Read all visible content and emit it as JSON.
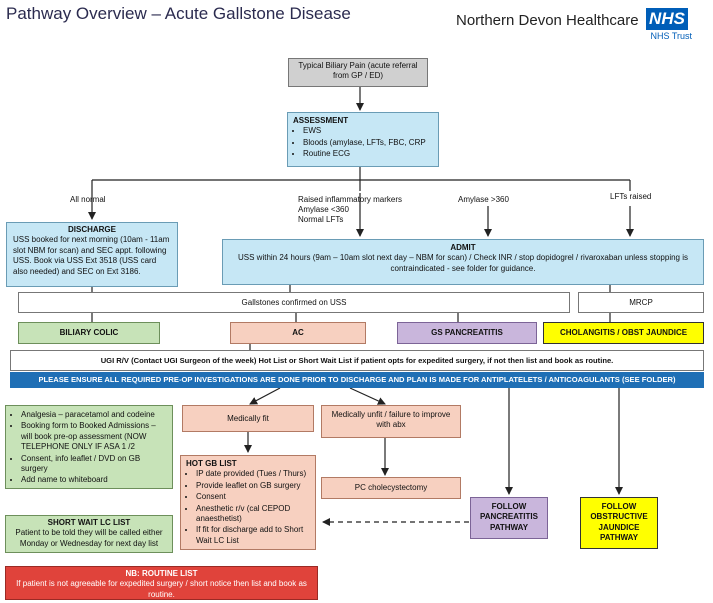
{
  "header": {
    "title": "Pathway Overview – Acute Gallstone Disease",
    "org_name": "Northern Devon Healthcare",
    "nhs_logo": "NHS",
    "trust": "NHS Trust"
  },
  "top": {
    "referral": "Typical Biliary Pain (acute referral from GP / ED)",
    "assessment_title": "ASSESSMENT",
    "assessment_items": [
      "EWS",
      "Bloods (amylase, LFTs, FBC, CRP",
      "Routine ECG"
    ]
  },
  "branches": {
    "all_normal": "All normal",
    "raised_markers_1": "Raised inflammatory markers",
    "raised_markers_2": "Amylase <360",
    "raised_markers_3": "Normal LFTs",
    "amylase": "Amylase >360",
    "lfts": "LFTs raised"
  },
  "discharge": {
    "title": "DISCHARGE",
    "text": "USS booked for next morning (10am - 11am slot NBM for scan) and SEC appt. following USS. Book via USS Ext 3518 (USS card also needed) and SEC on Ext 3186."
  },
  "admit": {
    "title": "ADMIT",
    "text": "USS within 24 hours (9am – 10am slot next day – NBM for scan) / Check INR / stop dopidogrel / rivaroxaban unless stopping is contraindicated - see folder for guidance."
  },
  "gallstones": "Gallstones confirmed on USS",
  "mrcp": "MRCP",
  "categories": {
    "biliary_colic": "BILIARY COLIC",
    "ac": "AC",
    "gs_pancreatitis": "GS PANCREATITIS",
    "cholangitis": "CHOLANGITIS / OBST JAUNDICE"
  },
  "ugi": "UGI R/V (Contact UGI Surgeon of the week) Hot List or Short Wait List if patient opts for expedited surgery, if not then list and book as routine.",
  "banner": "PLEASE ENSURE ALL REQUIRED PRE-OP INVESTIGATIONS ARE DONE PRIOR TO DISCHARGE AND PLAN IS MADE FOR ANTIPLATELETS / ANTICOAGULANTS (SEE FOLDER)",
  "biliary_actions": [
    "Analgesia – paracetamol and codeine",
    "Booking form to Booked Admissions – will book pre-op assessment (NOW TELEPHONE ONLY IF ASA 1 /2",
    "Consent, info leaflet / DVD on GB surgery",
    "Add name to whiteboard"
  ],
  "medically_fit": "Medically fit",
  "medically_unfit": "Medically unfit / failure to improve with abx",
  "hot_gb": {
    "title": "HOT GB LIST",
    "items": [
      "IP date provided (Tues / Thurs)",
      "Provide leaflet on GB surgery",
      "Consent",
      "Anesthetic r/v (cal CEPOD anaesthetist)",
      "If fit for discharge add to Short Wait LC List"
    ]
  },
  "pc_chole": "PC cholecystectomy",
  "follow_pancreatitis": "FOLLOW PANCREATITIS PATHWAY",
  "follow_obstructive": "FOLLOW OBSTRUCTIVE JAUNDICE PATHWAY",
  "short_wait": {
    "title": "SHORT WAIT LC LIST",
    "text": "Patient to be told they will be called either Monday or Wednesday for next day list"
  },
  "routine": {
    "title": "NB: ROUTINE LIST",
    "text": "If patient is not agreeable for expedited surgery / short notice then list and book as routine."
  },
  "colors": {
    "blue_box": "#c6e7f5",
    "green_box": "#c7e3b8",
    "salmon_box": "#f7d0c0",
    "purple_box": "#c9b6dc",
    "yellow_box": "#ffff00",
    "banner": "#1f6fb5",
    "red_box": "#e0433b",
    "nhs_blue": "#005eb8"
  }
}
